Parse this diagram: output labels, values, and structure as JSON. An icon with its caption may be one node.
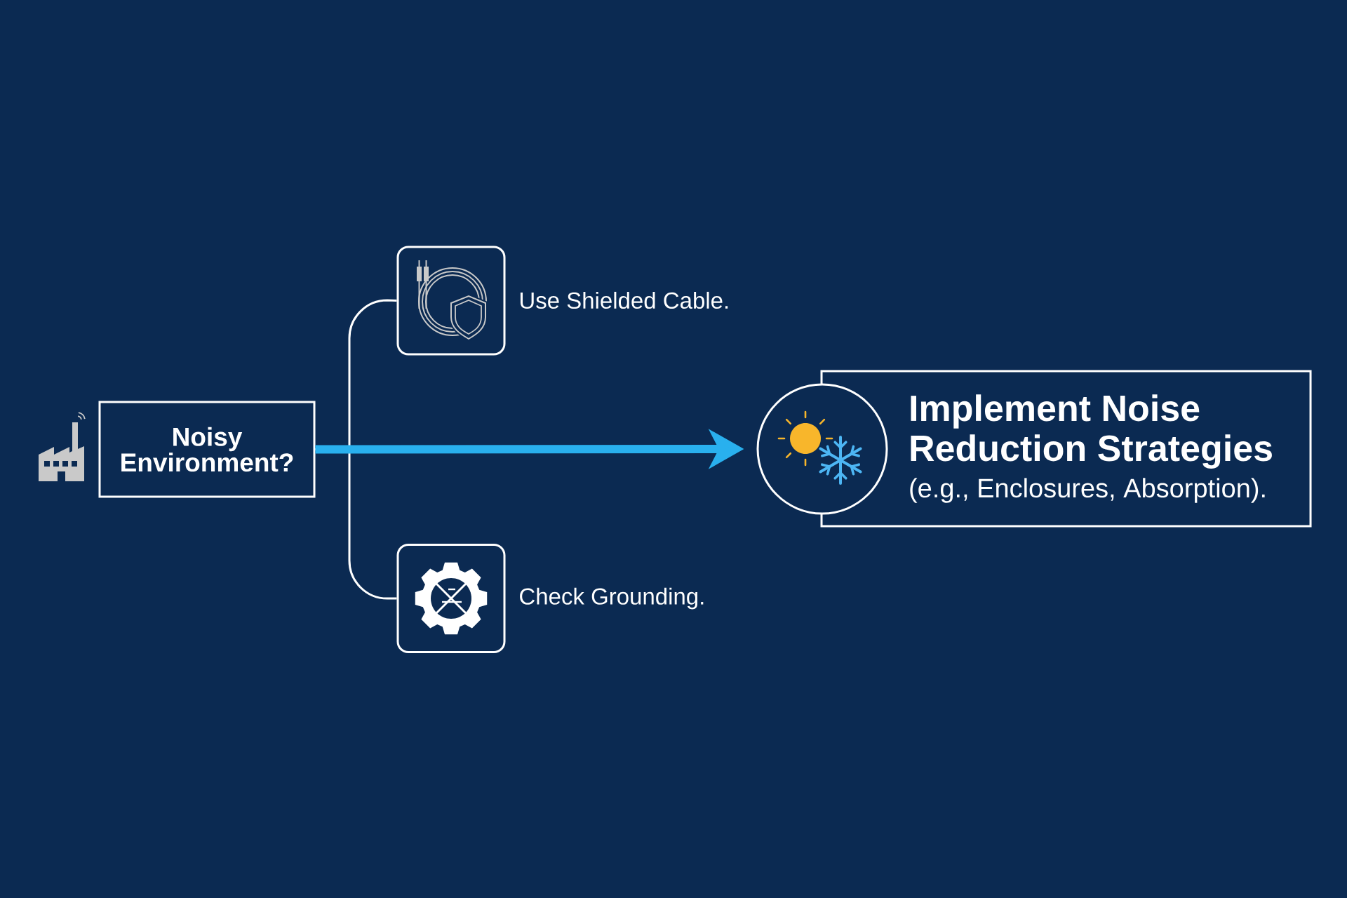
{
  "diagram": {
    "nodes": [
      {
        "text": [
          "Noisy Environment?"
        ]
      },
      {
        "text": [],
        "shape": "box",
        "beside": [
          "Use Shielded Cable."
        ]
      },
      {
        "text": [],
        "shape": "box",
        "beside": [
          "Check Grounding."
        ]
      },
      {
        "text": [],
        "shape": "circle"
      },
      {
        "text": [
          "Implement Noise Reduction Strategies",
          "(e.g., Enclosures, Absorption)."
        ]
      }
    ],
    "edges": [
      {
        "from": 0,
        "to": 1,
        "arrow": "none"
      },
      {
        "from": 0,
        "to": 2,
        "arrow": "none"
      },
      {
        "from": 0,
        "to": 3,
        "arrow": "to",
        "style": "thick",
        "color": "#29b0ee"
      }
    ]
  }
}
